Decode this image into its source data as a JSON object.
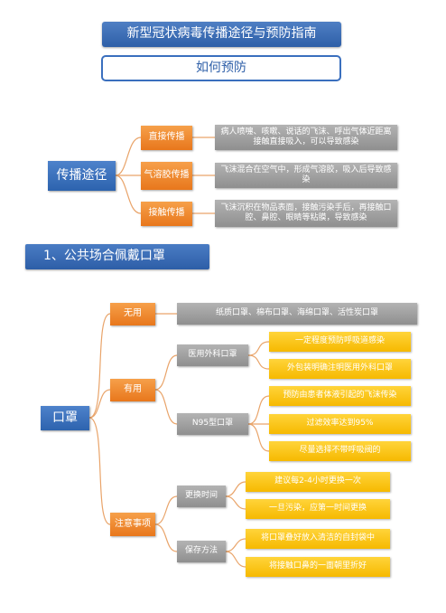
{
  "header": {
    "title": "新型冠状病毒传播途径与预防指南",
    "subtitle": "如何预防"
  },
  "transmission": {
    "root": "传播途径",
    "branches": [
      {
        "label": "直接传播",
        "desc": "病人喷嚏、咳嗽、说话的飞沫、呼出气体近距离接触直接吸入，可以导致感染"
      },
      {
        "label": "气溶胶传播",
        "desc": "飞沫混合在空气中，形成气溶胶，吸入后导致感染"
      },
      {
        "label": "接触传播",
        "desc": "飞沫沉积在物品表面，接触污染手后，再接触口腔、鼻腔、眼睛等粘膜，导致感染"
      }
    ]
  },
  "section1": {
    "title": "1、公共场合佩戴口罩"
  },
  "mask": {
    "root": "口罩",
    "useless": {
      "label": "无用",
      "desc": "纸质口罩、棉布口罩、海绵口罩、活性炭口罩"
    },
    "useful": {
      "label": "有用",
      "surgical": {
        "label": "医用外科口罩",
        "notes": [
          "一定程度预防呼吸道感染",
          "外包装明确注明医用外科口罩"
        ]
      },
      "n95": {
        "label": "N95型口罩",
        "notes": [
          "预防由患者体液引起的飞沫传染",
          "过滤效率达到95%",
          "尽量选择不带呼吸阀的"
        ]
      }
    },
    "attention": {
      "label": "注意事项",
      "replace": {
        "label": "更换时间",
        "notes": [
          "建议每2-4小时更换一次",
          "一旦污染，应第一时间更换"
        ]
      },
      "storage": {
        "label": "保存方法",
        "notes": [
          "将口罩叠好放入清洁的自封袋中",
          "将接触口鼻的一面朝里折好"
        ]
      }
    }
  },
  "colors": {
    "blue": "#2e5fa8",
    "orange": "#ee8428",
    "gray": "#a0a0a0",
    "yellow": "#f9c510",
    "line": "#e8a060"
  }
}
